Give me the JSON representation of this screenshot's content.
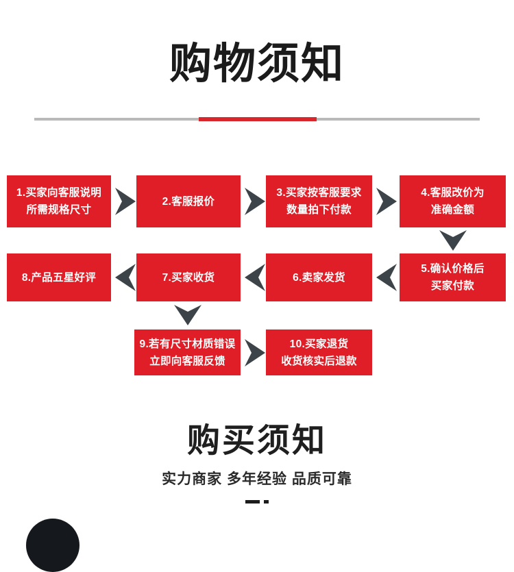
{
  "page": {
    "background_color": "#ffffff",
    "accent_red": "#e01e27",
    "arrow_color": "#3d4449",
    "text_dark": "#1b1b1b"
  },
  "header": {
    "title": "购物须知",
    "divider": {
      "line_color": "#b9b9b9",
      "accent_color": "#d8262b"
    }
  },
  "flow": {
    "rows": [
      {
        "direction": "right",
        "boxes": [
          {
            "lines": [
              "1.买家向客服说明",
              "所需规格尺寸"
            ]
          },
          {
            "lines": [
              "2.客服报价"
            ]
          },
          {
            "lines": [
              "3.买家按客服要求",
              "数量拍下付款"
            ]
          },
          {
            "lines": [
              "4.客服改价为",
              "准确金额"
            ]
          }
        ]
      },
      {
        "direction": "left",
        "boxes": [
          {
            "lines": [
              "8.产品五星好评"
            ]
          },
          {
            "lines": [
              "7.买家收货"
            ]
          },
          {
            "lines": [
              "6.卖家发货"
            ]
          },
          {
            "lines": [
              "5.确认价格后",
              "买家付款"
            ]
          }
        ]
      },
      {
        "direction": "right",
        "boxes": [
          {
            "lines": [
              "9.若有尺寸材质错误",
              "立即向客服反馈"
            ]
          },
          {
            "lines": [
              "10.买家退货",
              "收货核实后退款"
            ]
          }
        ]
      }
    ]
  },
  "footer": {
    "title": "购买须知",
    "subtitle": "实力商家 多年经验 品质可靠"
  }
}
